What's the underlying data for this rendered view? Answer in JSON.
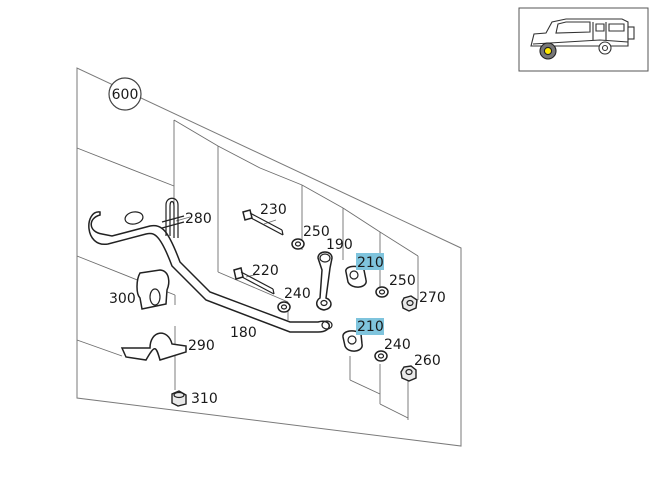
{
  "group_label": "600",
  "parts": [
    {
      "id": "p280",
      "label": "280",
      "highlighted": false
    },
    {
      "id": "p230",
      "label": "230",
      "highlighted": false
    },
    {
      "id": "p250a",
      "label": "250",
      "highlighted": false
    },
    {
      "id": "p190",
      "label": "190",
      "highlighted": false
    },
    {
      "id": "p210a",
      "label": "210",
      "highlighted": true
    },
    {
      "id": "p220",
      "label": "220",
      "highlighted": false
    },
    {
      "id": "p250b",
      "label": "250",
      "highlighted": false
    },
    {
      "id": "p240a",
      "label": "240",
      "highlighted": false
    },
    {
      "id": "p270",
      "label": "270",
      "highlighted": false
    },
    {
      "id": "p300",
      "label": "300",
      "highlighted": false
    },
    {
      "id": "p180",
      "label": "180",
      "highlighted": false
    },
    {
      "id": "p210b",
      "label": "210",
      "highlighted": true
    },
    {
      "id": "p290",
      "label": "290",
      "highlighted": false
    },
    {
      "id": "p240b",
      "label": "240",
      "highlighted": false
    },
    {
      "id": "p260",
      "label": "260",
      "highlighted": false
    },
    {
      "id": "p310",
      "label": "310",
      "highlighted": false
    }
  ],
  "colors": {
    "highlight": "#7fc4dd",
    "line": "#6e6e6e",
    "ink": "#222222"
  },
  "thumbnail_icon": "off-road-vehicle-icon"
}
